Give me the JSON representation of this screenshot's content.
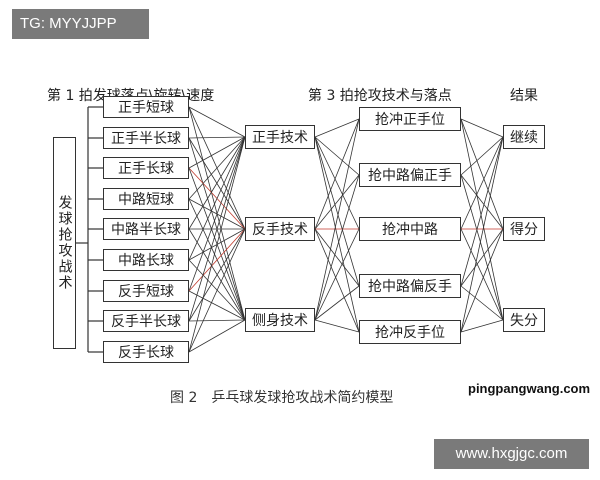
{
  "watermarks": {
    "top": "TG: MYYJJPP",
    "bottom": "www.hxgjgc.com"
  },
  "headers": {
    "serve": "第 1 拍发球落点\\旋转\\速度",
    "attack": "第 3 拍抢攻技术与落点",
    "result": "结果"
  },
  "root_label": "发球抢攻战术",
  "serve_points": [
    "正手短球",
    "正手半长球",
    "正手长球",
    "中路短球",
    "中路半长球",
    "中路长球",
    "反手短球",
    "反手半长球",
    "反手长球"
  ],
  "techniques": [
    "正手技术",
    "反手技术",
    "侧身技术"
  ],
  "attack_placements": [
    "抢冲正手位",
    "抢中路偏正手",
    "抢冲中路",
    "抢中路偏反手",
    "抢冲反手位"
  ],
  "results": [
    "继续",
    "得分",
    "失分"
  ],
  "caption": "图 2　乒乓球发球抢攻战术简约模型",
  "site_label": "pingpangwang.com",
  "colors": {
    "line": "#333333",
    "accent_line": "#c0392b"
  }
}
